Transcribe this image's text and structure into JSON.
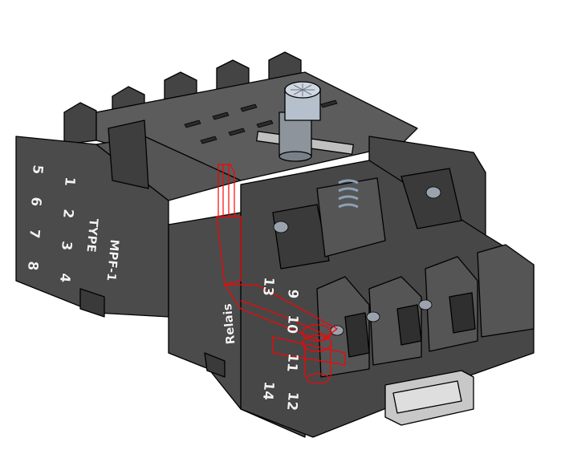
{
  "model": {
    "left_face_pins_outer": [
      "5",
      "6",
      "7",
      "8"
    ],
    "left_face_pins_inner": [
      "1",
      "2",
      "3",
      "4"
    ],
    "type_label": "TYPE",
    "model_label": "MPF-1",
    "front_labels": {
      "relay": "Relais",
      "t13": "13",
      "t14": "14",
      "t9": "9",
      "t10": "10",
      "t11": "11",
      "t12": "12"
    }
  },
  "colors": {
    "body": "#4b4b4b",
    "body_top": "#5c5c5c",
    "body_dark": "#3a3a3a",
    "highlight": "#ff0000",
    "screw": "#a9b4c2",
    "clip": "#c8c8c8"
  }
}
